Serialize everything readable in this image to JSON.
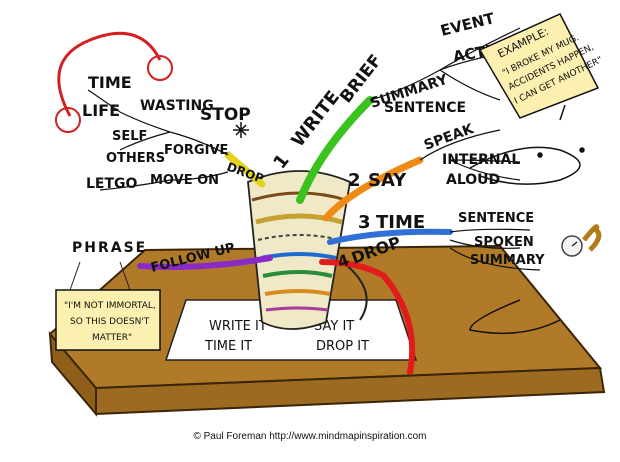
{
  "center": {
    "label": "mug"
  },
  "center_note": {
    "lines": [
      "WRITE IT",
      "SAY IT",
      "TIME IT",
      "DROP IT"
    ]
  },
  "branches": [
    {
      "number": "1",
      "label": "WRITE",
      "sub": "BRIEF",
      "children": [
        "SUMMARY",
        "SENTENCE"
      ],
      "color": "#3cc21f"
    },
    {
      "label": "EVENT",
      "child": "ACTION"
    },
    {
      "number": "2",
      "label": "SAY",
      "sub": "SPEAK",
      "children": [
        "INTERNAL",
        "ALOUD"
      ],
      "color": "#f08a16"
    },
    {
      "number": "3",
      "label": "TIME",
      "children": [
        "SENTENCE",
        "SPOKEN",
        "SUMMARY"
      ],
      "color": "#2f6fd6"
    },
    {
      "number": "4",
      "label": "DROP",
      "color": "#e21b1b"
    },
    {
      "label": "FOLLOW UP",
      "sub": "PHRASE",
      "color": "#8a2bc8"
    },
    {
      "label": "STOP",
      "children": [
        "WASTING",
        "LIFE",
        "TIME"
      ],
      "color": "#e2d21b"
    },
    {
      "label": "DROP",
      "children": [
        "FORGIVE",
        "SELF",
        "OTHERS",
        "MOVE ON",
        "LETGO"
      ]
    }
  ],
  "example_note": {
    "title": "EXAMPLE:",
    "lines": [
      "\"I BROKE MY MUG.",
      "ACCIDENTS HAPPEN,",
      "I CAN GET ANOTHER\""
    ]
  },
  "phrase_note": {
    "lines": [
      "\"I'M NOT IMMORTAL,",
      "SO THIS DOESN'T",
      "MATTER\""
    ]
  },
  "credit": "© Paul Foreman http://www.mindmapinspiration.com"
}
